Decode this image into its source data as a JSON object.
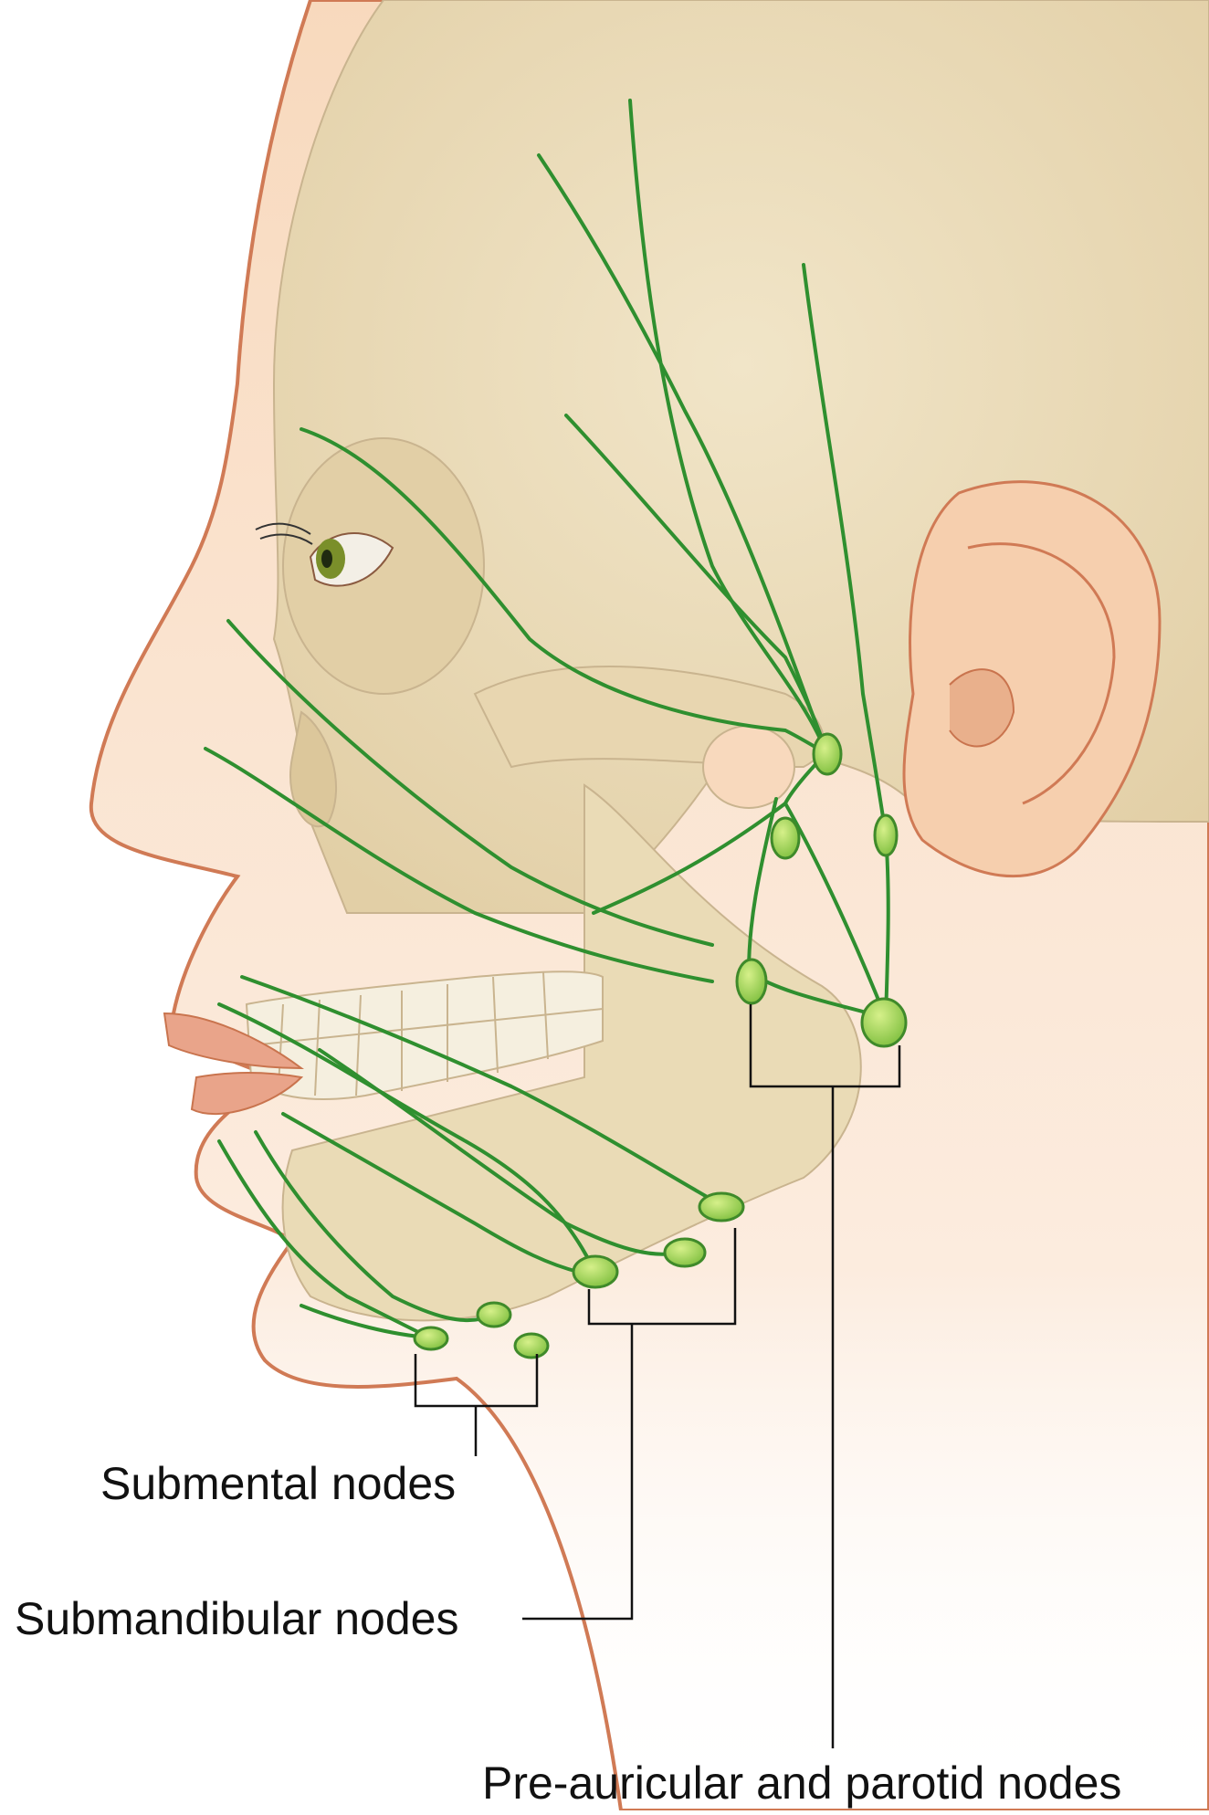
{
  "labels": {
    "submental": "Submental nodes",
    "submandibular": "Submandibular nodes",
    "preauricular": "Pre-auricular and parotid nodes"
  },
  "colors": {
    "skin": "#f8d9bd",
    "skin_outline": "#d07a55",
    "bone": "#ebdcb9",
    "bone_outline": "#c9b48f",
    "lymph_vessel": "#2f8f2f",
    "lymph_node": "#9fd15b",
    "leader_line": "#111111"
  },
  "icons": {
    "eye": "eye-icon",
    "ear": "ear-icon"
  }
}
